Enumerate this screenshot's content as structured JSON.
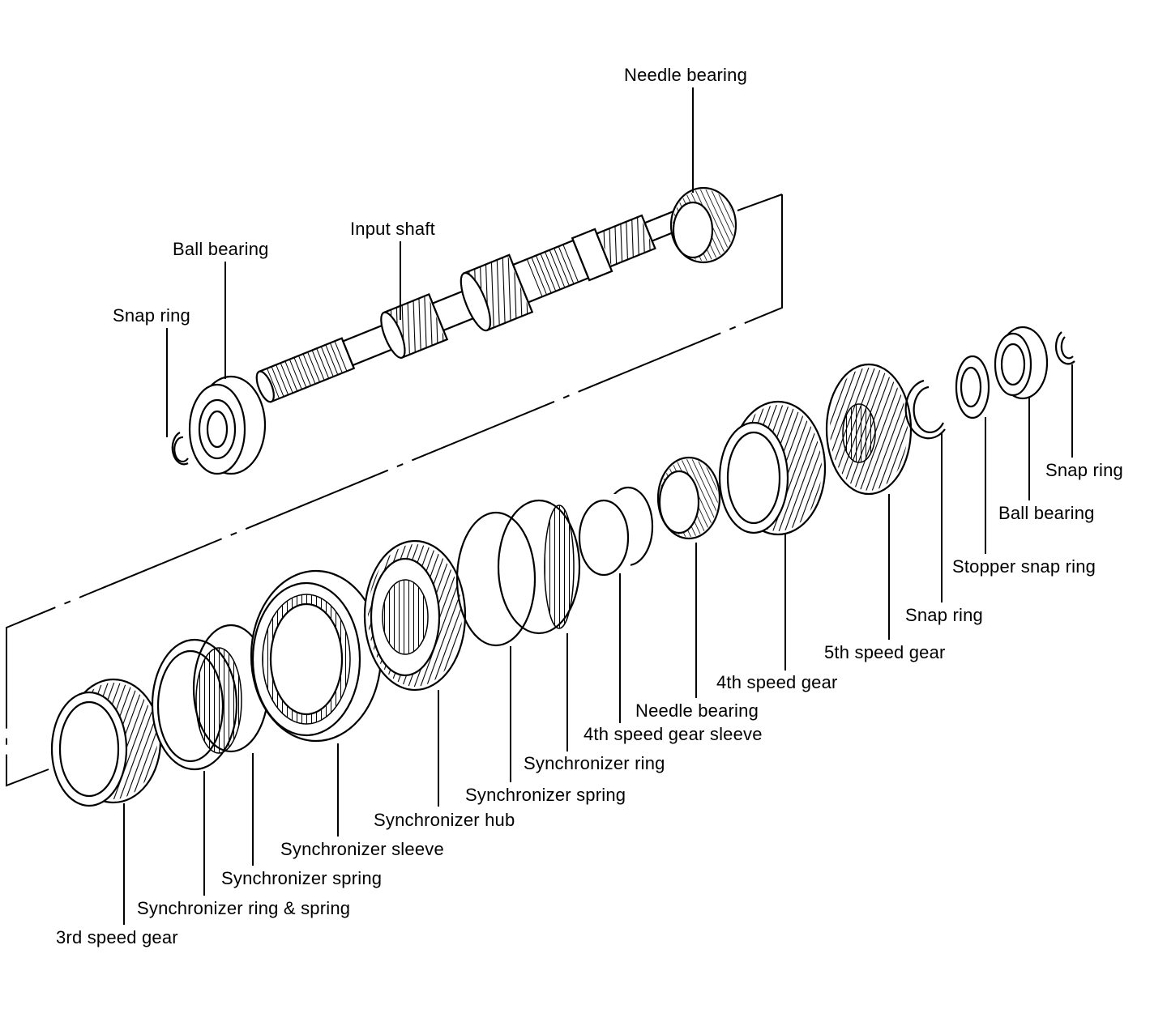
{
  "labels": {
    "needle_bearing_top": "Needle bearing",
    "input_shaft": "Input shaft",
    "ball_bearing_left": "Ball bearing",
    "snap_ring_left": "Snap ring",
    "snap_ring_right": "Snap ring",
    "ball_bearing_right": "Ball bearing",
    "stopper_snap_ring": "Stopper snap ring",
    "snap_ring_mid": "Snap ring",
    "fifth_speed_gear": "5th speed gear",
    "fourth_speed_gear": "4th speed gear",
    "needle_bearing_lower": "Needle bearing",
    "fourth_gear_sleeve": "4th speed gear sleeve",
    "sync_ring_right": "Synchronizer ring",
    "sync_spring_right": "Synchronizer spring",
    "sync_hub": "Synchronizer hub",
    "sync_sleeve": "Synchronizer sleeve",
    "sync_spring_left": "Synchronizer spring",
    "sync_ring_spring": "Synchronizer ring & spring",
    "third_speed_gear": "3rd speed gear"
  }
}
